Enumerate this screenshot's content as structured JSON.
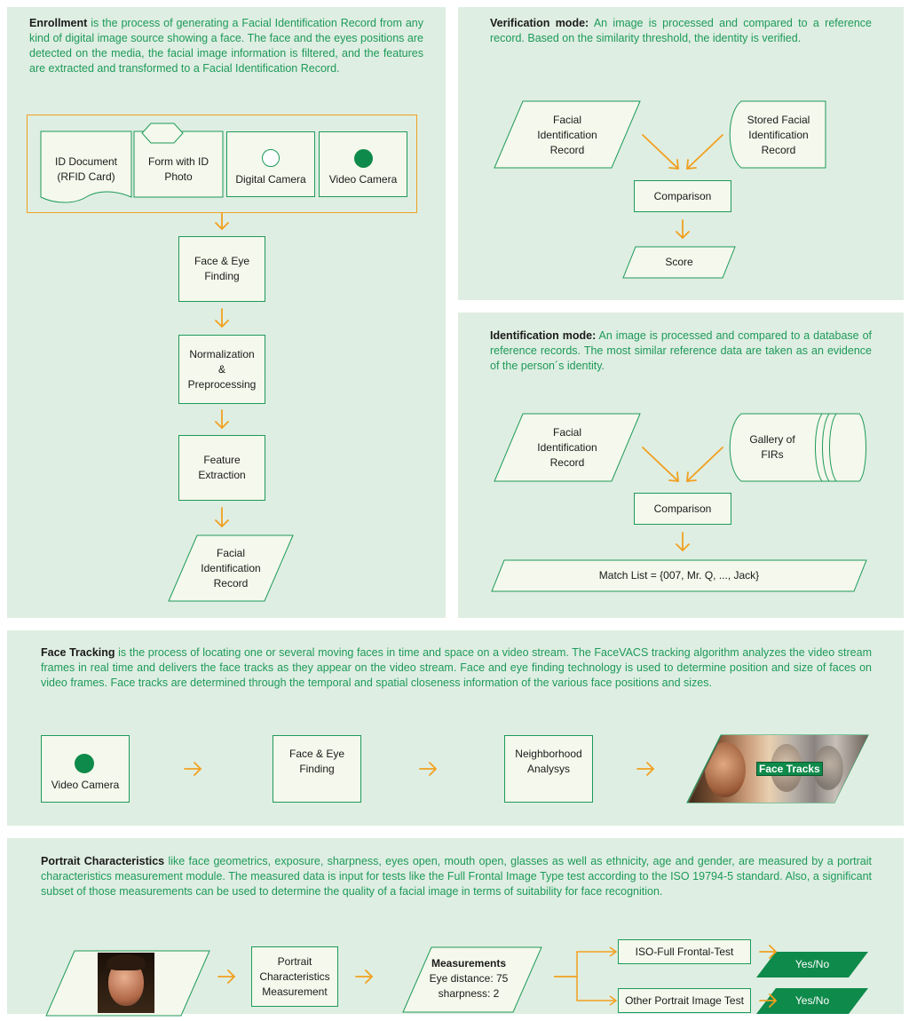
{
  "enrollment": {
    "title": "Enrollment",
    "text": " is the process of generating a Facial Identification Record from any kind of digital image source showing a face. The face and the eyes positions are detected on the media, the facial image information is filtered, and the features are extracted and transformed to a Facial Identification Record.",
    "sources": {
      "id_document": "ID Document\n(RFID Card)",
      "form_photo": "Form with ID\nPhoto",
      "digital_camera": "Digital Camera",
      "video_camera": "Video Camera"
    },
    "steps": {
      "face_eye": "Face & Eye\nFinding",
      "normalization": "Normalization\n&\nPreprocessing",
      "feature": "Feature\nExtraction",
      "record": "Facial\nIdentification\nRecord"
    }
  },
  "verification": {
    "title": "Verification mode:",
    "text": " An image is processed and compared to a reference record. Based on the similarity threshold, the identity is verified.",
    "input_record": "Facial\nIdentification\nRecord",
    "stored_record": "Stored Facial\nIdentification\nRecord",
    "comparison": "Comparison",
    "score": "Score"
  },
  "identification": {
    "title": "Identification mode:",
    "text": " An image is processed and compared to a database of reference records. The most similar reference data are taken as an evidence of the person´s identity.",
    "input_record": "Facial\nIdentification\nRecord",
    "gallery": "Gallery of\nFIRs",
    "comparison": "Comparison",
    "match_list": "Match List = {007, Mr. Q, ..., Jack}"
  },
  "tracking": {
    "title": "Face Tracking",
    "text": " is the process of locating one or several moving faces in time and space on a video stream. The FaceVACS tracking algo­rithm analyzes the video stream frames in real time and delivers the face tracks as they appear on the video stream. Face and eye finding technology is used to determine position and size of faces on video frames. Face tracks are determined through the temporal and spatial closeness information of the various face positions and sizes.",
    "video_camera": "Video Camera",
    "face_eye": "Face & Eye\nFinding",
    "neighborhood": "Neighborhood\nAnalysys",
    "face_tracks": "Face Tracks"
  },
  "portrait": {
    "title": "Portrait Characteristics",
    "text": " like face geometrics, exposure, sharpness, eyes open, mouth open, glasses as well as ethnicity, age and gender, are measured by a portrait characteristics measurement module. The measured data is input for tests like the Full Frontal Image Type test according to the ISO 19794-5 standard. Also, a significant subset of those measurements can be used to determine the quality of a facial image in terms of suitability for face recognition.",
    "measurement_module": "Portrait\nCharacteristics\nMeasurement",
    "measurements_title": "Measurements",
    "eye_distance": "Eye distance: 75",
    "sharpness": "sharpness: 2",
    "iso_test": "ISO-Full Frontal-Test",
    "other_test": "Other Portrait Image Test",
    "result_1": "Yes/No",
    "result_2": "Yes/No"
  },
  "colors": {
    "panel": "#dfeee2",
    "accent_green": "#1d9a5a",
    "arrow_orange": "#f0a020",
    "node_fill": "#f5f8ec",
    "result_fill": "#0e8a4a"
  }
}
